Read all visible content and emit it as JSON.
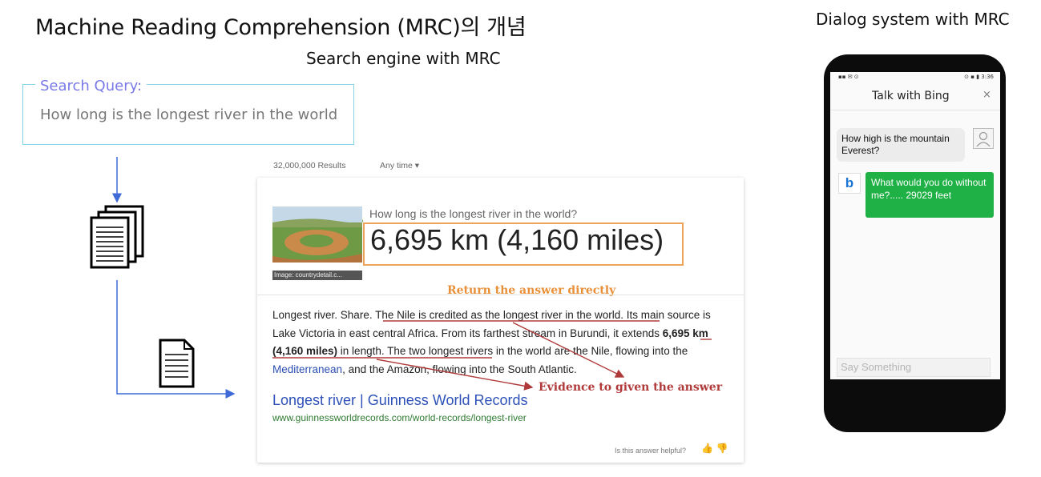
{
  "header": {
    "title": "Machine Reading Comprehension (MRC)의 개념",
    "search_section_title": "Search engine with MRC",
    "dialog_section_title": "Dialog system with MRC"
  },
  "query": {
    "label": "Search Query:",
    "text": "How long is the longest river in the world"
  },
  "results": {
    "count": "32,000,000 Results",
    "filter": "Any time ▾",
    "image_caption": "Image: countrydetail.c...",
    "card_question": "How long is the longest river in the world?",
    "answer": "6,695 km (4,160 miles)",
    "return_label": "Return the answer directly",
    "passage": {
      "p1": "Longest river. Share. ",
      "p2": "The Nile is credited as the longest river in the world.",
      "p3": " Its main source is Lake Victoria in east central Africa. From its farthest stream in Burundi, ",
      "p4": "it extends ",
      "p5": "6,695 km (4,160 miles)",
      "p6": " in length.",
      "p7": " The two longest rivers in the world are the Nile, flowing into the ",
      "p8": "Mediterranean",
      "p9": ", and the Amazon, flowing into the South Atlantic."
    },
    "evidence_label": "Evidence to given the answer",
    "link_title": "Longest river | Guinness World Records",
    "link_url": "www.guinnessworldrecords.com/world-records/longest-river",
    "helpful_text": "Is this answer helpful?",
    "thumbs": "👍 👎"
  },
  "phone": {
    "status_left": "▪▪ ✉ ⊙",
    "status_right": "⊙ ▪ ▮ 3:36",
    "chat_title": "Talk with Bing",
    "close": "×",
    "user_message": "How high is the mountain Everest?",
    "bing_logo": "b",
    "bot_message": "What would you do without me?..... 29029 feet",
    "input_placeholder": "Say Something"
  },
  "colors": {
    "query_border": "#7fd4e6",
    "query_label": "#7a79e8",
    "flow_arrow": "#3f6bd8",
    "answer_highlight": "#eda45a",
    "evidence_red": "#b03a3a",
    "bot_bubble": "#1fb046"
  },
  "icons": [
    "documents-stack-icon",
    "document-icon",
    "photo-river-icon",
    "user-avatar-icon",
    "bing-logo-icon"
  ]
}
